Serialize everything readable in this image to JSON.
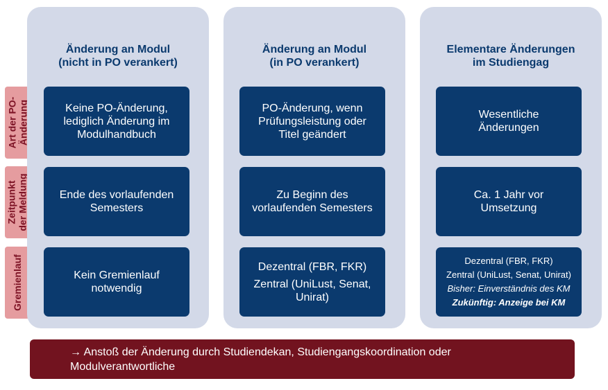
{
  "columns": [
    {
      "title": [
        "Änderung an Modul",
        "(nicht in PO verankert)"
      ],
      "rows": [
        [
          "Keine PO-Änderung,",
          "lediglich Änderung im",
          "Modulhandbuch"
        ],
        [
          "Ende des vorlaufenden",
          "Semesters"
        ],
        [
          "Kein Gremienlauf",
          "notwendig"
        ]
      ]
    },
    {
      "title": [
        "Änderung an Modul",
        "(in PO verankert)"
      ],
      "rows": [
        [
          "PO-Änderung, wenn",
          "Prüfungsleistung oder",
          "Titel geändert"
        ],
        [
          "Zu Beginn des",
          "vorlaufenden Semesters"
        ],
        [
          "Dezentral (FBR, FKR)",
          "Zentral (UniLust, Senat,",
          "Unirat)"
        ]
      ]
    },
    {
      "title": [
        "Elementare Änderungen",
        "im Studiengag"
      ],
      "rows": [
        [
          "Wesentliche",
          "Änderungen"
        ],
        [
          "Ca. 1 Jahr vor",
          "Umsetzung"
        ],
        [
          "Dezentral (FBR, FKR)",
          "Zentral (UniLust, Senat, Unirat)",
          "Bisher: Einverständnis des KM",
          "Zukünftig: Anzeige bei KM"
        ]
      ]
    }
  ],
  "row_labels": [
    [
      "Art der PO-",
      "Änderung"
    ],
    [
      "Zeitpunkt",
      "der Meldung"
    ],
    [
      "Gremienlauf"
    ]
  ],
  "banner": [
    "→ Anstoß der Änderung durch Studiendekan, Studiengangskoordination oder",
    "Modulverantwortliche"
  ],
  "colors": {
    "column_bg": "#d3d9e8",
    "box_bg": "#0b3a6e",
    "title_text": "#0b3a6e",
    "label_bg": "#e59c9f",
    "label_text": "#7d1325",
    "banner_bg": "#72131f"
  }
}
